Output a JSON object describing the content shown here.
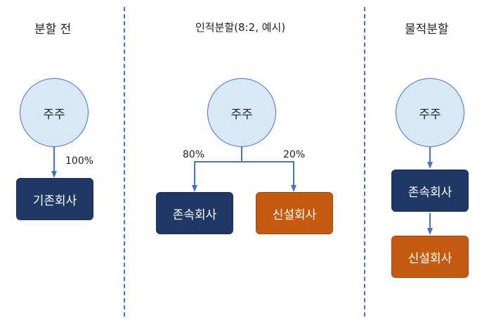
{
  "sections": {
    "before": {
      "title": "분할 전",
      "shareholder": "주주",
      "percent": "100%",
      "company": "기존회사"
    },
    "personal": {
      "title": "인적분할(8:2, 예시)",
      "shareholder": "주주",
      "left_percent": "80%",
      "right_percent": "20%",
      "surviving": "존속회사",
      "new_company": "신설회사"
    },
    "physical": {
      "title": "물적분할",
      "shareholder": "주주",
      "surviving": "존속회사",
      "new_company": "신설회사"
    }
  },
  "colors": {
    "divider": "#4472c4",
    "circle_fill": "#dae8f5",
    "circle_border": "#4472c4",
    "arrow": "#4472c4",
    "surviving_box": "#203864",
    "new_box": "#c55a11"
  }
}
